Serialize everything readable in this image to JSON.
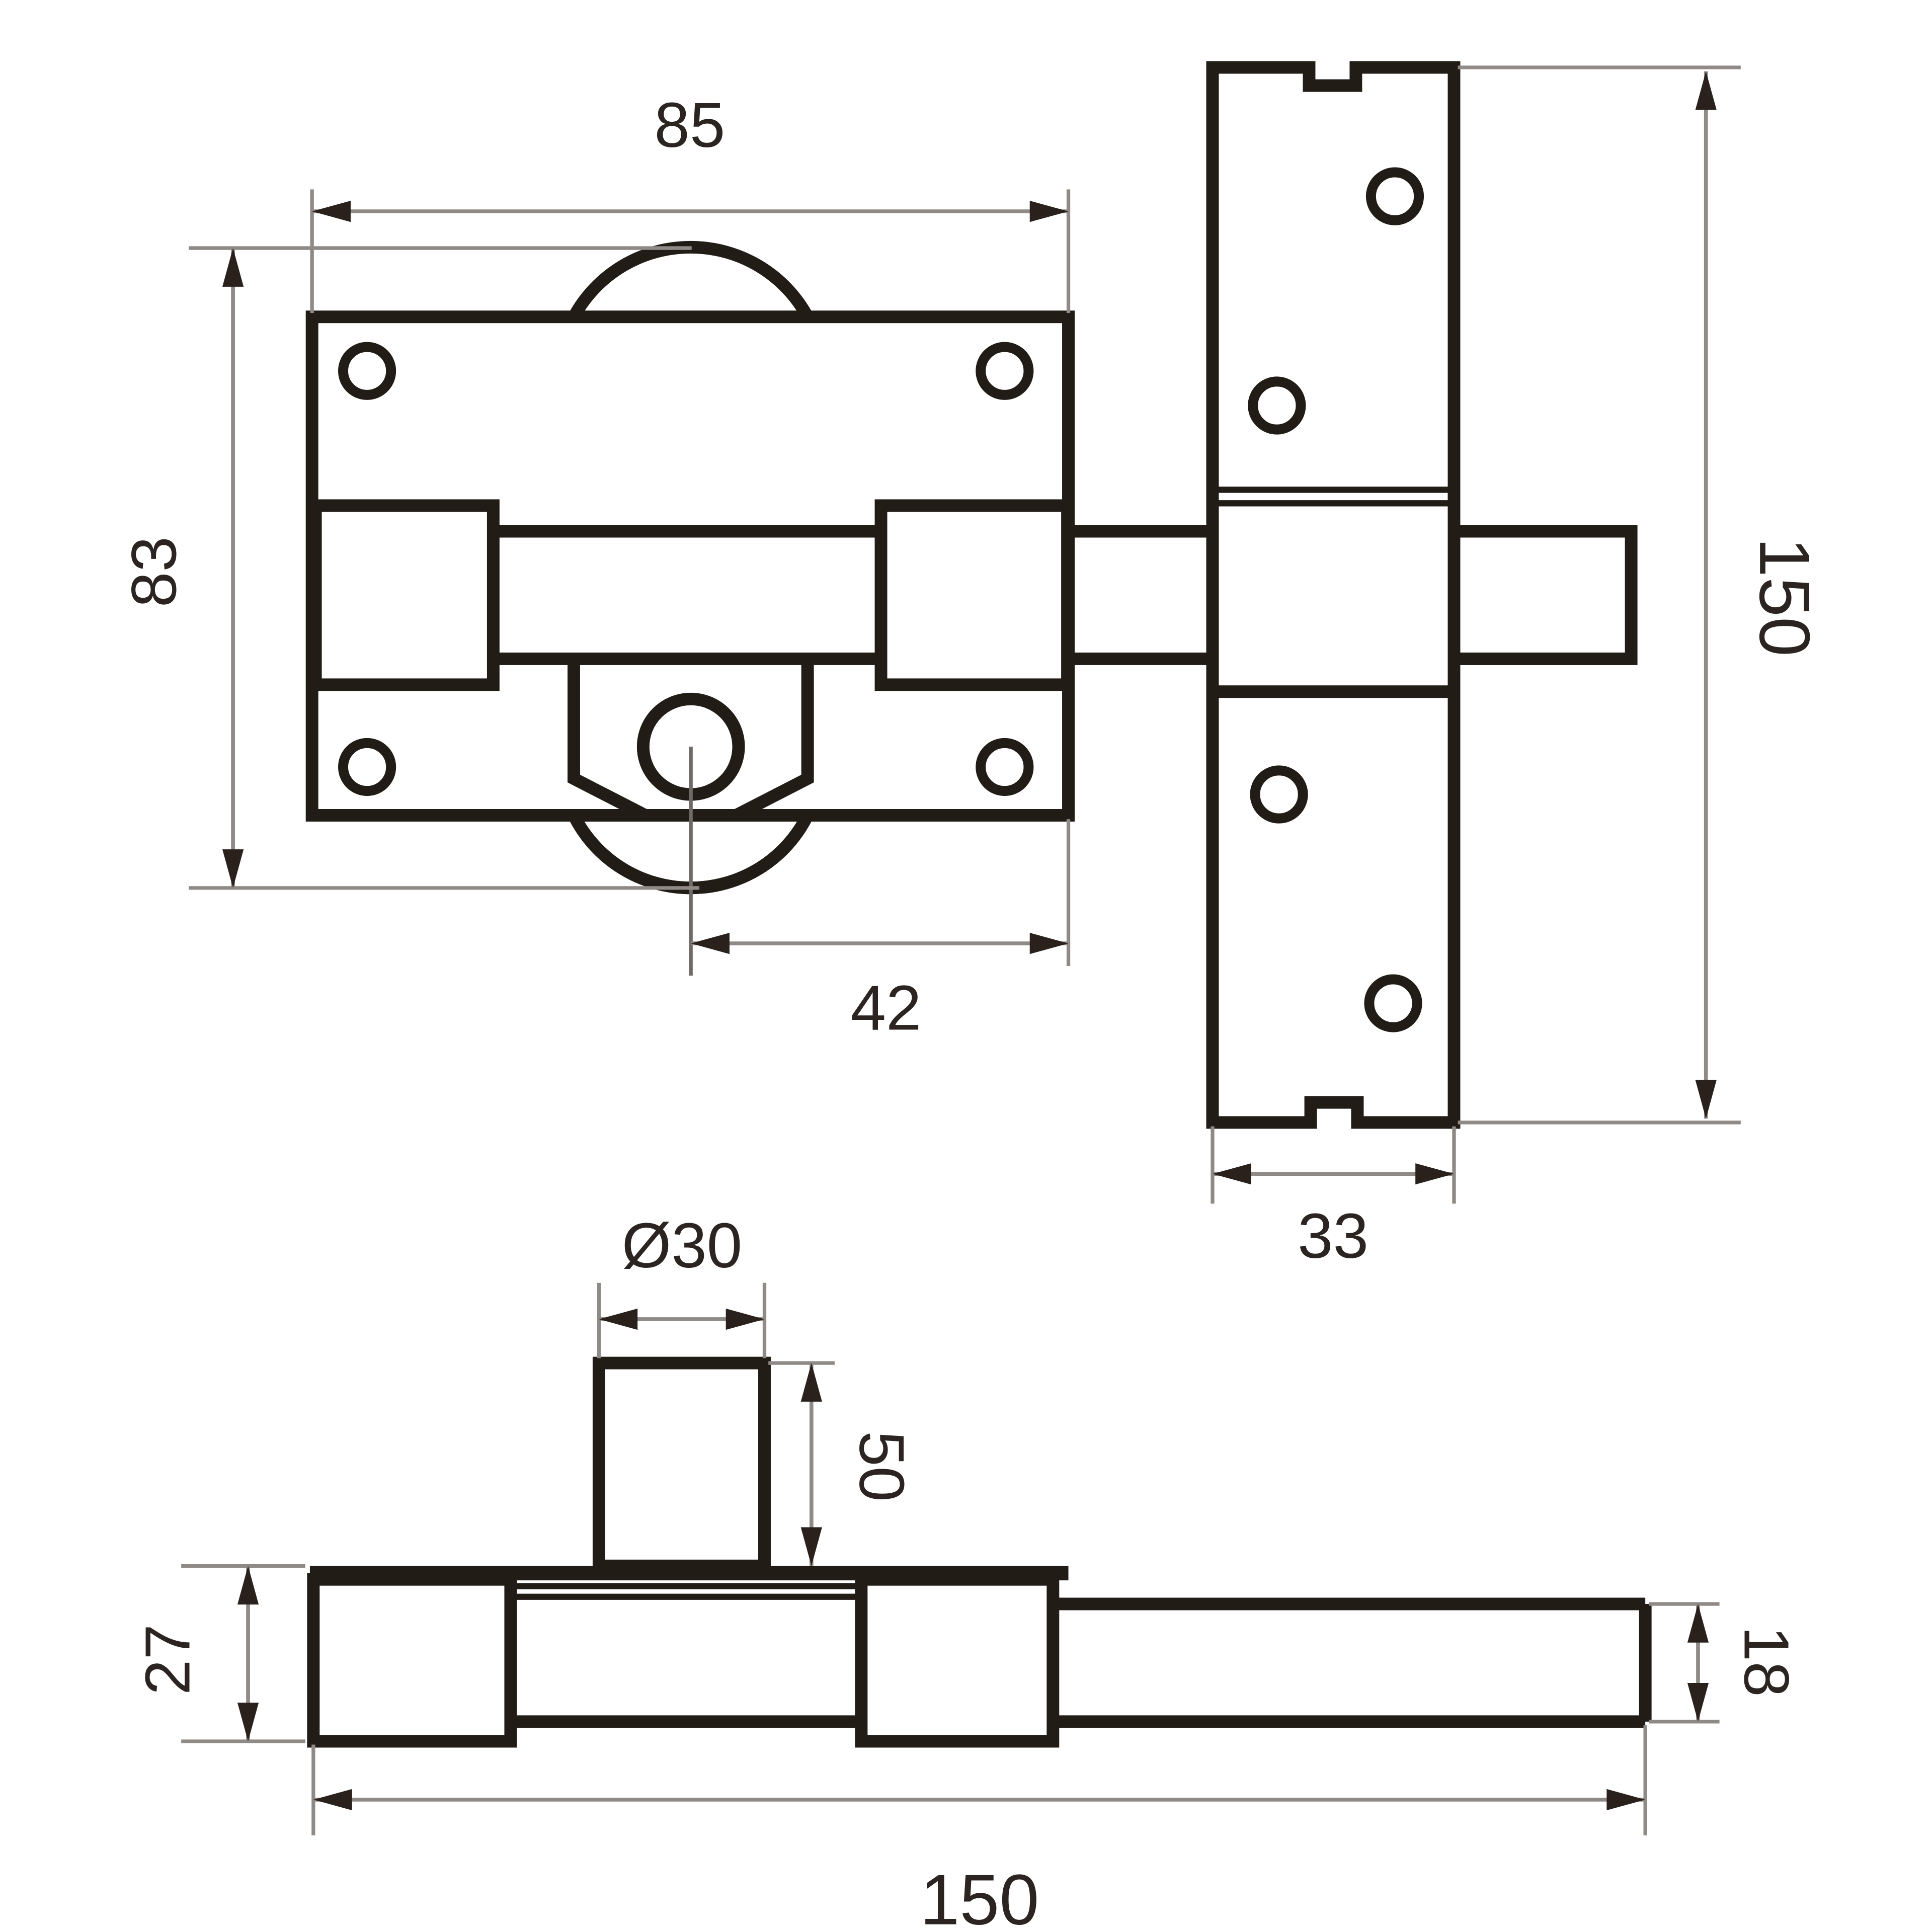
{
  "drawing": {
    "kind": "technical-dimension-drawing",
    "subject": "surface-mounted door bolt lock with keeper plate (front view, keeper view, side profile)",
    "colors": {
      "line": "#221c17",
      "dim": "#8f8a86",
      "arrow": "#2a211c",
      "text": "#2b2420",
      "bg": "#ffffff"
    },
    "dimensions": {
      "front_width": "85",
      "front_height": "83",
      "cylinder_center_offset": "42",
      "keeper_height": "150",
      "keeper_width": "33",
      "knob_diameter": "Ø30",
      "knob_height": "50",
      "base_thickness": "27",
      "rod_thickness": "18",
      "overall_length": "150"
    }
  }
}
